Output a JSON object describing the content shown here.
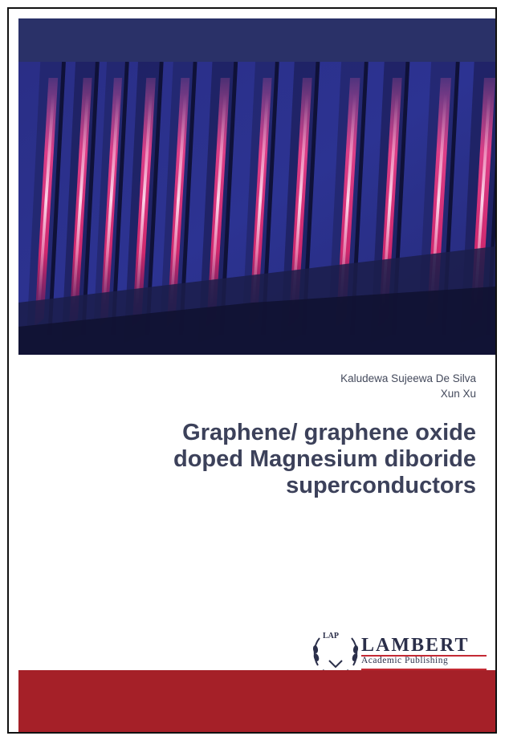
{
  "book": {
    "authors": [
      "Kaludewa Sujeewa De Silva",
      "Xun Xu"
    ],
    "title_lines": [
      "Graphene/ graphene oxide",
      "doped Magnesium diboride",
      "superconductors"
    ]
  },
  "publisher": {
    "badge": "LAP",
    "name": "LAMBERT",
    "subtitle": "Academic Publishing"
  },
  "colors": {
    "top_band": "#2a3168",
    "bottom_band": "#a52028",
    "title_text": "#3c415a",
    "photo_base": "#2d2f8a",
    "streak": "#e2307a"
  },
  "icons": {
    "publisher_badge": "lap-wreath-icon"
  }
}
